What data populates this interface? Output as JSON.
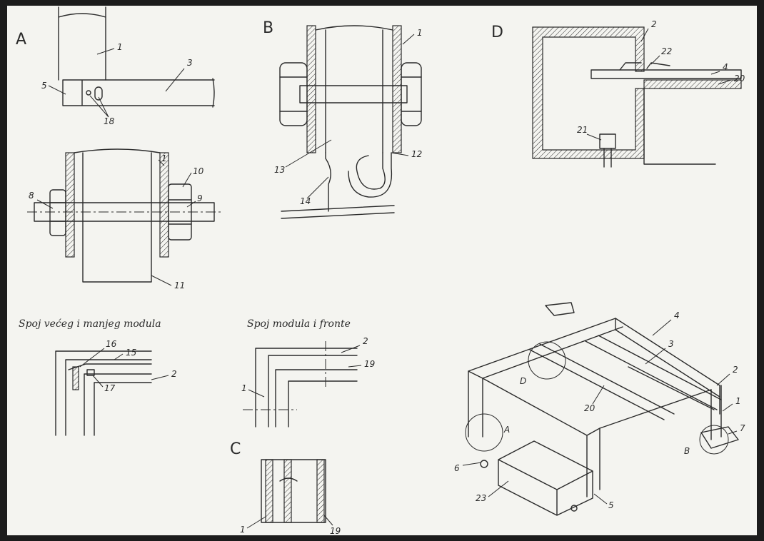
{
  "colors": {
    "paper": "#f4f4f0",
    "ink": "#2a2a2a",
    "frame": "#1c1c1c"
  },
  "sections": {
    "A": {
      "letter": "A",
      "top_labels": [
        "1",
        "3",
        "5",
        "18"
      ],
      "bottom_labels": [
        "1",
        "10",
        "8",
        "9",
        "11"
      ]
    },
    "B": {
      "letter": "B",
      "labels": [
        "1",
        "13",
        "12",
        "14"
      ]
    },
    "C": {
      "letter": "C",
      "labels": [
        "1",
        "19"
      ]
    },
    "D": {
      "letter": "D",
      "labels": [
        "2",
        "22",
        "4",
        "20",
        "21"
      ]
    },
    "joint_large_small": {
      "title": "Spoj većeg i manjeg modula",
      "labels": [
        "15",
        "16",
        "17",
        "2"
      ]
    },
    "joint_module_front": {
      "title": "Spoj modula i fronte",
      "labels": [
        "2",
        "19",
        "1"
      ]
    },
    "iso": {
      "labels": [
        "4",
        "3",
        "2",
        "1",
        "7",
        "B",
        "20",
        "D",
        "A",
        "6",
        "23",
        "5"
      ]
    }
  }
}
